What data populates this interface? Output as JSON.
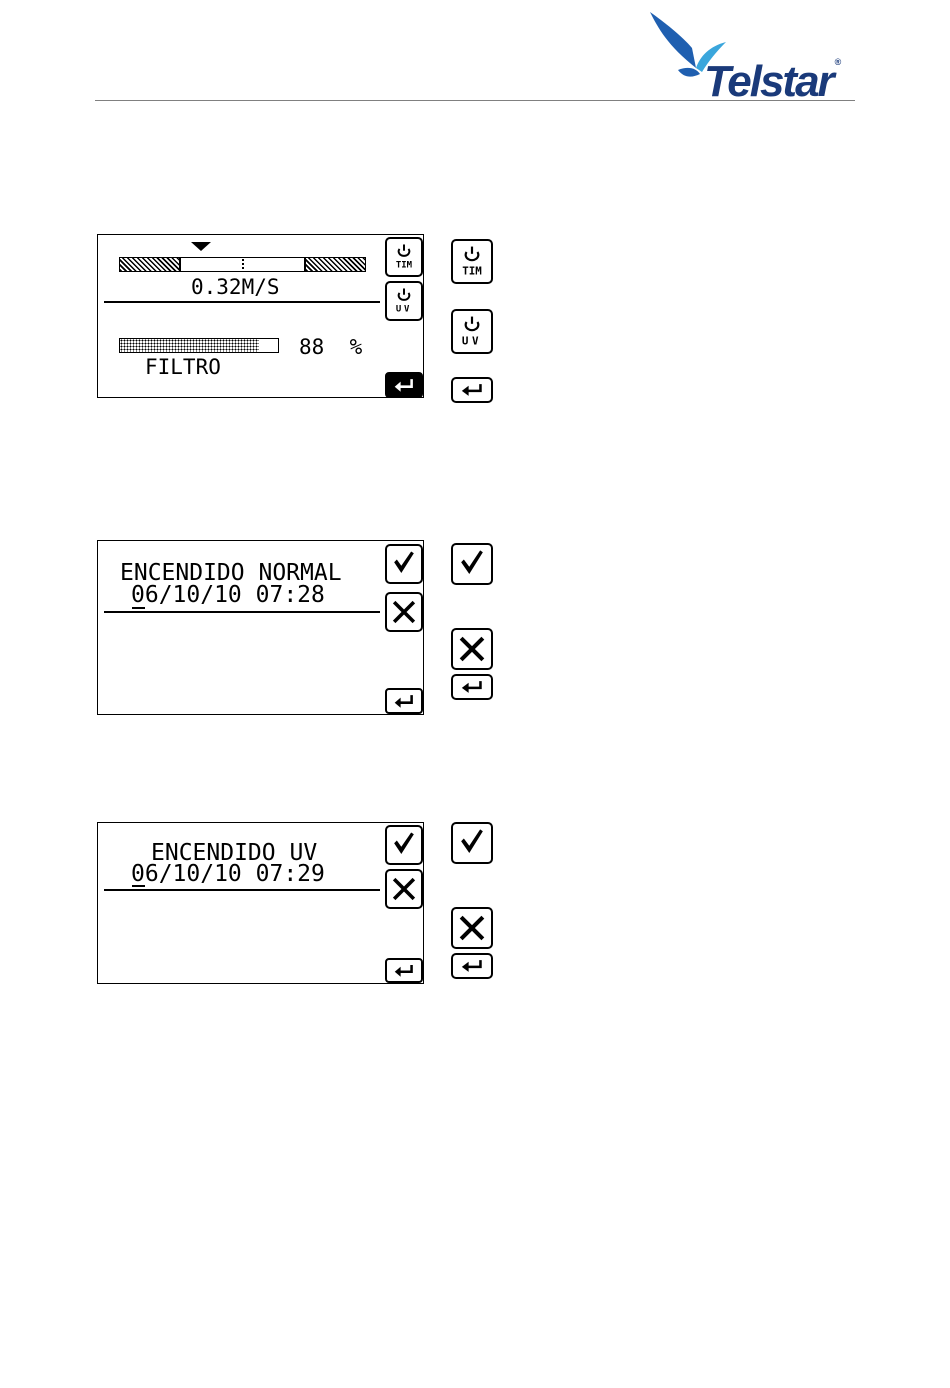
{
  "header": {
    "brand": "Telstar",
    "trademark": "®"
  },
  "screen1": {
    "velocity": "0.32M/S",
    "filter_percent_value": "88",
    "filter_percent_unit": "%",
    "filter_label": "FILTRO",
    "filter_level": 0.88,
    "side_keys": [
      "TIM",
      "UV"
    ]
  },
  "screen2": {
    "title": "ENCENDIDO NORMAL",
    "datetime": "06/10/10 07:28"
  },
  "screen3": {
    "title": "ENCENDIDO UV",
    "datetime": "06/10/10 07:29"
  },
  "icons": {
    "tim_label": "TIM",
    "uv_label": "UV"
  }
}
